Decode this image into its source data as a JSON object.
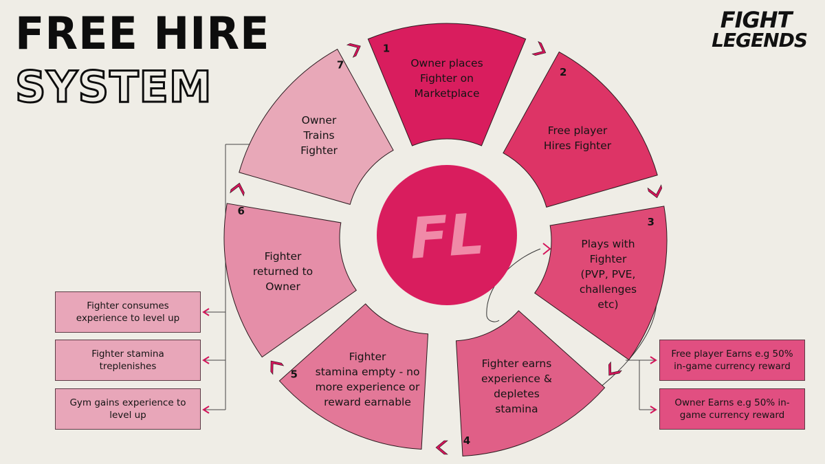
{
  "title": {
    "line1": "FREE HIRE",
    "line2": "SYSTEM"
  },
  "brand": {
    "line1": "FIGHT",
    "line2": "LEGENDS",
    "center_monogram": "FL"
  },
  "steps": [
    {
      "number": "1",
      "lines": [
        "Owner places",
        "Fighter on",
        "Marketplace"
      ],
      "color": "#d91d5e"
    },
    {
      "number": "2",
      "lines": [
        "Free player",
        "Hires Fighter"
      ],
      "color": "#dd3466"
    },
    {
      "number": "3",
      "lines": [
        "Plays  with",
        "Fighter",
        "(PVP, PVE,",
        "challenges",
        "etc)"
      ],
      "color": "#df4a76"
    },
    {
      "number": "4",
      "lines": [
        "Fighter earns",
        "experience &",
        "depletes",
        "stamina"
      ],
      "color": "#e05f87"
    },
    {
      "number": "5",
      "lines": [
        "Fighter",
        "stamina empty - no",
        "more experience or",
        "reward earnable"
      ],
      "color": "#e37898"
    },
    {
      "number": "6",
      "lines": [
        "Fighter",
        "returned to",
        "Owner"
      ],
      "color": "#e58ea8"
    },
    {
      "number": "7",
      "lines": [
        "Owner",
        "Trains",
        "Fighter"
      ],
      "color": "#e8a8b8"
    }
  ],
  "left_boxes": [
    {
      "text": "Fighter consumes experience to level up"
    },
    {
      "text": "Fighter stamina treplenishes"
    },
    {
      "text": "Gym gains experience to level up"
    }
  ],
  "right_boxes": [
    {
      "text": "Free player Earns e.g 50% in-game currency reward"
    },
    {
      "text": "Owner Earns e.g 50% in-game currency reward"
    }
  ],
  "colors": {
    "background": "#efede6",
    "center": "#d91d5e",
    "arrow": "#d4145a",
    "outline": "#2a1a1e"
  }
}
